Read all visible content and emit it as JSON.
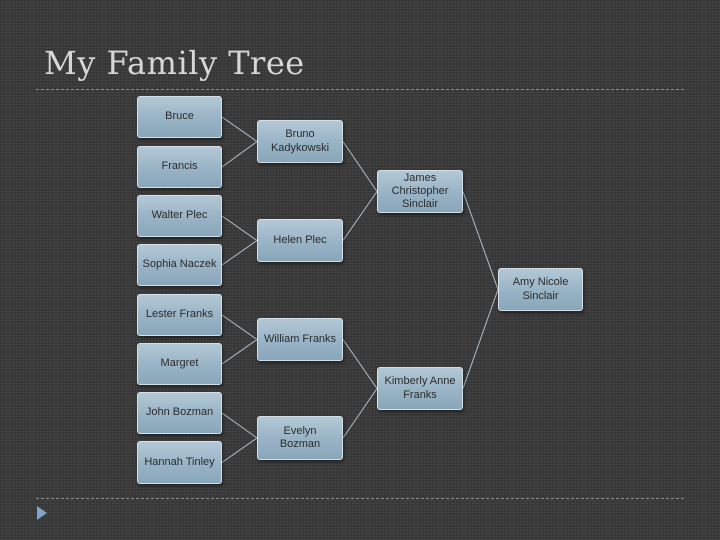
{
  "title": "My Family Tree",
  "tree": {
    "great_grandparents": [
      {
        "id": "bruce",
        "label": "Bruce"
      },
      {
        "id": "francis",
        "label": "Francis"
      },
      {
        "id": "walter",
        "label": "Walter Plec"
      },
      {
        "id": "sophia",
        "label": "Sophia Naczek"
      },
      {
        "id": "lester",
        "label": "Lester Franks"
      },
      {
        "id": "margret",
        "label": "Margret"
      },
      {
        "id": "john",
        "label": "John Bozman"
      },
      {
        "id": "hannah",
        "label": "Hannah Tinley"
      }
    ],
    "grandparents": [
      {
        "id": "bruno",
        "label": "Bruno Kadykowski"
      },
      {
        "id": "helen",
        "label": "Helen Plec"
      },
      {
        "id": "william",
        "label": "William Franks"
      },
      {
        "id": "evelyn",
        "label": "Evelyn Bozman"
      }
    ],
    "parents": [
      {
        "id": "james",
        "label": "James Christopher Sinclair"
      },
      {
        "id": "kimberly",
        "label": "Kimberly Anne Franks"
      }
    ],
    "self": {
      "id": "amy",
      "label": "Amy Nicole Sinclair"
    },
    "links": [
      [
        "bruce",
        "bruno"
      ],
      [
        "francis",
        "bruno"
      ],
      [
        "walter",
        "helen"
      ],
      [
        "sophia",
        "helen"
      ],
      [
        "lester",
        "william"
      ],
      [
        "margret",
        "william"
      ],
      [
        "john",
        "evelyn"
      ],
      [
        "hannah",
        "evelyn"
      ],
      [
        "bruno",
        "james"
      ],
      [
        "helen",
        "james"
      ],
      [
        "william",
        "kimberly"
      ],
      [
        "evelyn",
        "kimberly"
      ],
      [
        "james",
        "amy"
      ],
      [
        "kimberly",
        "amy"
      ]
    ]
  }
}
